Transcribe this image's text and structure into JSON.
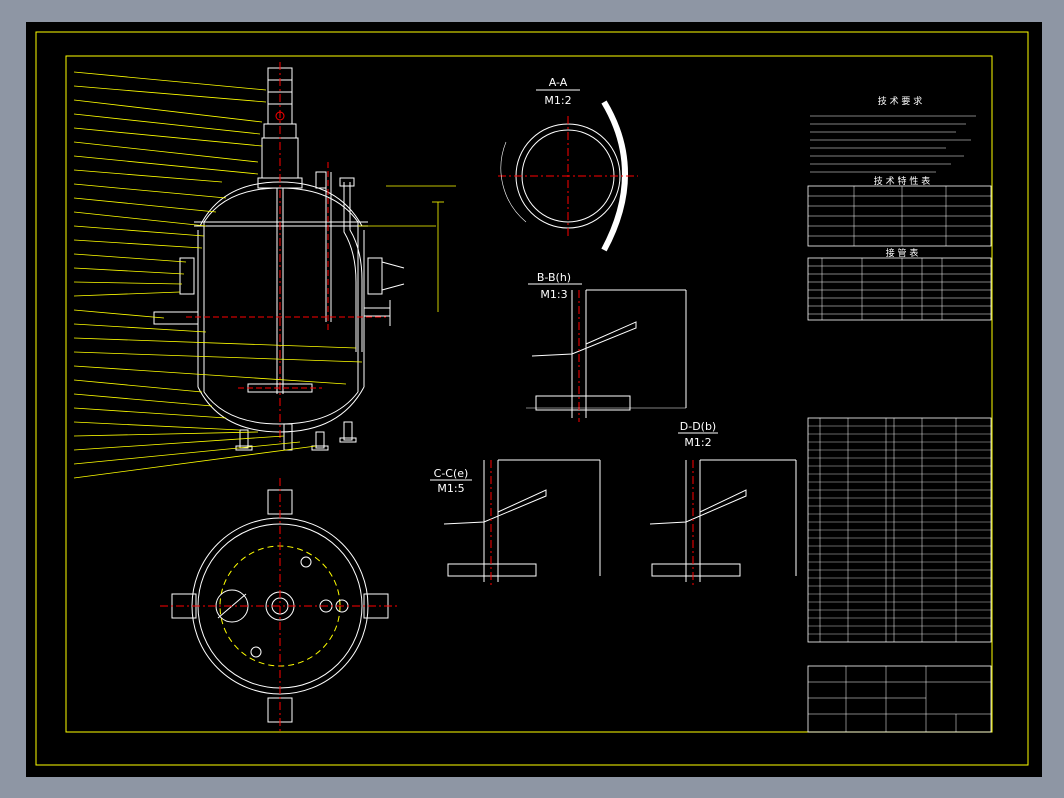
{
  "sections": {
    "aa": {
      "title": "A-A",
      "scale": "M1:2"
    },
    "bb": {
      "title": "B-B(h)",
      "scale": "M1:3"
    },
    "cc": {
      "title": "C-C(e)",
      "scale": "M1:5"
    },
    "dd": {
      "title": "D-D(b)",
      "scale": "M1:2"
    }
  },
  "tech_requirements": {
    "title": "技 术 要 求"
  },
  "tech_characteristics": {
    "title": "技 术 特 性 表"
  },
  "nozzle_table": {
    "title": "接 管 表"
  },
  "colors": {
    "frame": "#ffff00",
    "line": "#ffffff",
    "center": "#ff0000",
    "background": "#000000"
  }
}
